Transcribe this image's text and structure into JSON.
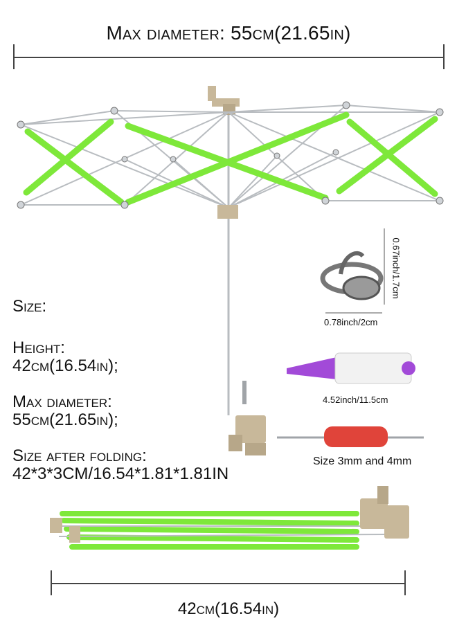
{
  "top_dimension": "Max diameter: 55cm(21.65in)",
  "specs": {
    "size_heading": "Size:",
    "height_label": "Height:",
    "height_value": "42cm(16.54in);",
    "diameter_label": "Max diameter:",
    "diameter_value": "55cm(21.65in);",
    "folded_label": "Size after folding:",
    "folded_value": "42*3*3CM/16.54*1.81*1.81IN"
  },
  "accessories": {
    "ring_height": "0.67inch/1.7cm",
    "ring_width": "0.78inch/2cm",
    "scissors_size": "4.52inch/11.5cm",
    "crochet_size": "Size 3mm and 4mm"
  },
  "bottom_dimension": "42cm(16.54in)",
  "colors": {
    "green_rod": "#7ee83a",
    "metal": "#b8bcc0",
    "clamp": "#c8b89a",
    "scissors_purple": "#a24ad8",
    "hook_red": "#e0443a"
  }
}
